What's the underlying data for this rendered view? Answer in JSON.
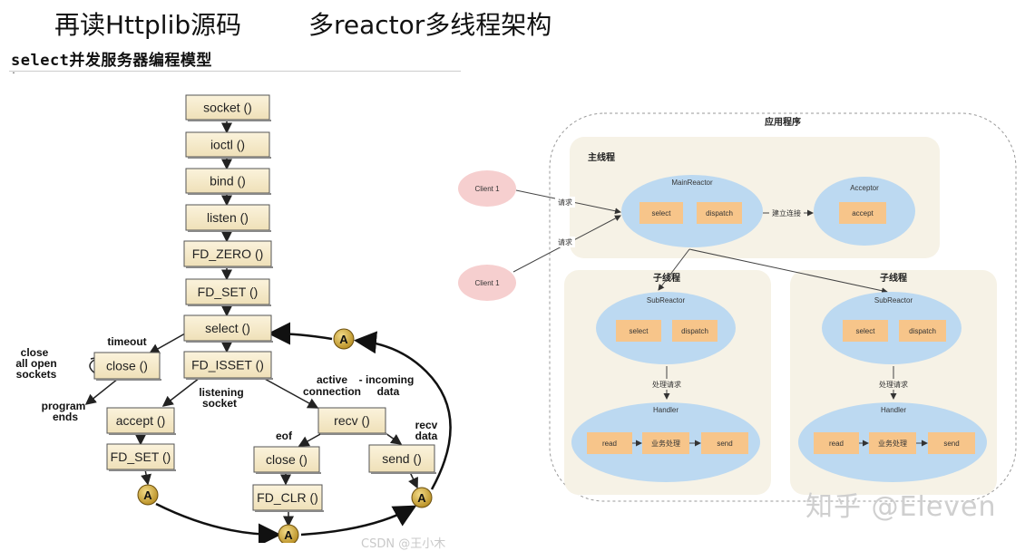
{
  "header": {
    "title_left": "再读Httplib源码",
    "title_right": "多reactor多线程架构",
    "subtitle": "select并发服务器编程模型"
  },
  "select_flow": {
    "boxes": {
      "socket": "socket ()",
      "ioctl": "ioctl ()",
      "bind": "bind ()",
      "listen": "listen ()",
      "fd_zero": "FD_ZERO ()",
      "fd_set": "FD_SET ()",
      "select": "select ()",
      "fd_isset": "FD_ISSET ()",
      "close_timeout": "close ()",
      "accept": "accept ()",
      "fd_set2": "FD_SET ()",
      "recv": "recv ()",
      "close_eof": "close ()",
      "send": "send ()",
      "fd_clr": "FD_CLR ()"
    },
    "labels": {
      "timeout": "timeout",
      "close_all_1": "close",
      "close_all_2": "all open",
      "close_all_3": "sockets",
      "program_1": "program",
      "program_2": "ends",
      "listening_1": "listening",
      "listening_2": "socket",
      "active_1": "active",
      "active_2": "connection",
      "incoming_1": "- incoming",
      "incoming_2": "data",
      "eof": "eof",
      "recv_data_1": "recv",
      "recv_data_2": "data"
    },
    "connector": "A"
  },
  "reactor": {
    "app_label": "应用程序",
    "main_thread_label": "主线程",
    "client1": "Client 1",
    "client2": "Client 1",
    "request1": "请求",
    "request2": "请求",
    "main_reactor": "MainReactor",
    "main_select": "select",
    "main_dispatch": "dispatch",
    "connect_label": "建立连接",
    "acceptor": "Acceptor",
    "accept": "accept",
    "sub_left": {
      "thread_label": "子线程",
      "sub_reactor": "SubReactor",
      "select": "select",
      "dispatch": "dispatch",
      "handle_req": "处理请求",
      "handler": "Handler",
      "read": "read",
      "business": "业务处理",
      "send": "send"
    },
    "sub_right": {
      "thread_label": "子线程",
      "sub_reactor": "SubReactor",
      "select": "select",
      "dispatch": "dispatch",
      "handle_req": "处理请求",
      "handler": "Handler",
      "read": "read",
      "business": "业务处理",
      "send": "send"
    }
  },
  "watermark": "知乎 @Eleven",
  "csdn_mark": "CSDN @王小木"
}
